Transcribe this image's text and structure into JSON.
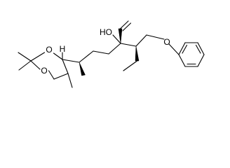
{
  "structure": {
    "atom_labels": {
      "ring_oxygen_top": "O",
      "ring_oxygen_bottom": "O",
      "ring_stereo_hydrogen": "H",
      "hydroxyl": "HO",
      "ether_oxygen": "O"
    }
  }
}
